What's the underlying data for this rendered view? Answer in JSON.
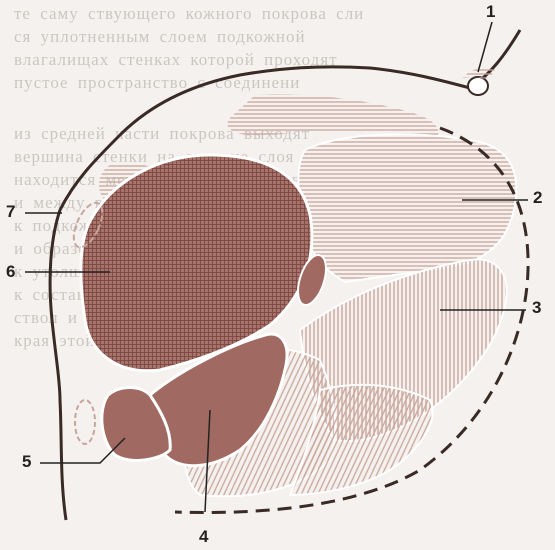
{
  "labels": {
    "l1": "1",
    "l2": "2",
    "l3": "3",
    "l4": "4",
    "l5": "5",
    "l6": "6",
    "l7": "7"
  },
  "colors": {
    "paper": "#f4f1ee",
    "outline": "#3a2a26",
    "muscle_brown": "#a06a62",
    "dense_hatch": "#8a5550",
    "light_hatch": "#c9a69c",
    "label_text": "#222222"
  }
}
